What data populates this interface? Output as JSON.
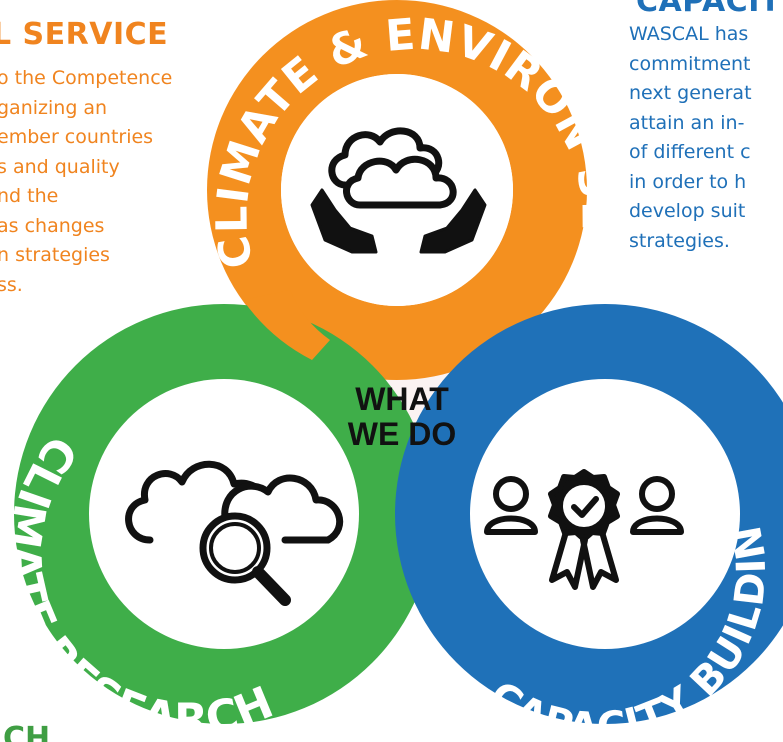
{
  "left_panel": {
    "heading": "L SERVICE",
    "lines": [
      "o the Competence",
      "ganizing an",
      "ember countries",
      "s and quality",
      "nd the",
      "as changes",
      "n strategies",
      "ss."
    ]
  },
  "right_panel": {
    "heading": "CAPACITY",
    "lines": [
      "WASCAL has",
      "commitment",
      "next generat",
      "attain an in-",
      "of different c",
      "in order to h",
      "develop suit",
      "strategies."
    ]
  },
  "bottom_panel": {
    "heading": "CH"
  },
  "diagram": {
    "center_label_line1": "WHAT",
    "center_label_line2": "WE DO",
    "rings": [
      {
        "id": "climate-environ-service",
        "label": "CLIMATE & ENVIRON SERVICE",
        "color": "#f4901f",
        "icon": "cloud-hands-icon"
      },
      {
        "id": "climate-research",
        "label": "CLIMATE RESEARCH",
        "color": "#3fae49",
        "icon": "cloud-magnifier-icon"
      },
      {
        "id": "capacity-building",
        "label": "CAPACITY BUILDING",
        "color": "#1f71b8",
        "icon": "award-people-icon"
      }
    ]
  }
}
